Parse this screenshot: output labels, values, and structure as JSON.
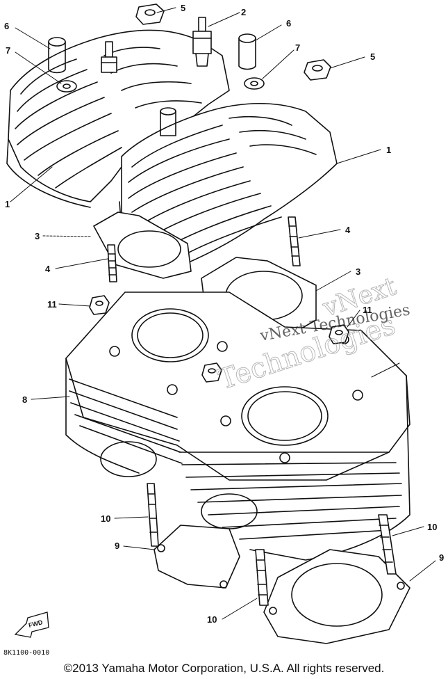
{
  "diagram": {
    "callouts": {
      "c1a": "1",
      "c1b": "1",
      "c2": "2",
      "c3a": "3",
      "c3b": "3",
      "c4a": "4",
      "c4b": "4",
      "c5a": "5",
      "c5b": "5",
      "c6a": "6",
      "c6b": "6",
      "c7a": "7",
      "c7b": "7",
      "c8": "8",
      "c9a": "9",
      "c9b": "9",
      "c10a": "10",
      "c10b": "10",
      "c10c": "10",
      "c11a": "11",
      "c11b": "11"
    },
    "fwd_label": "FWD",
    "part_number": "8K1100-0010",
    "watermark_line1": "vNext",
    "watermark_line2": "Technologies",
    "watermark_line3": "vNext Technologies"
  },
  "footer": {
    "copyright": "©2013 Yamaha Motor Corporation, U.S.A. All rights reserved."
  }
}
